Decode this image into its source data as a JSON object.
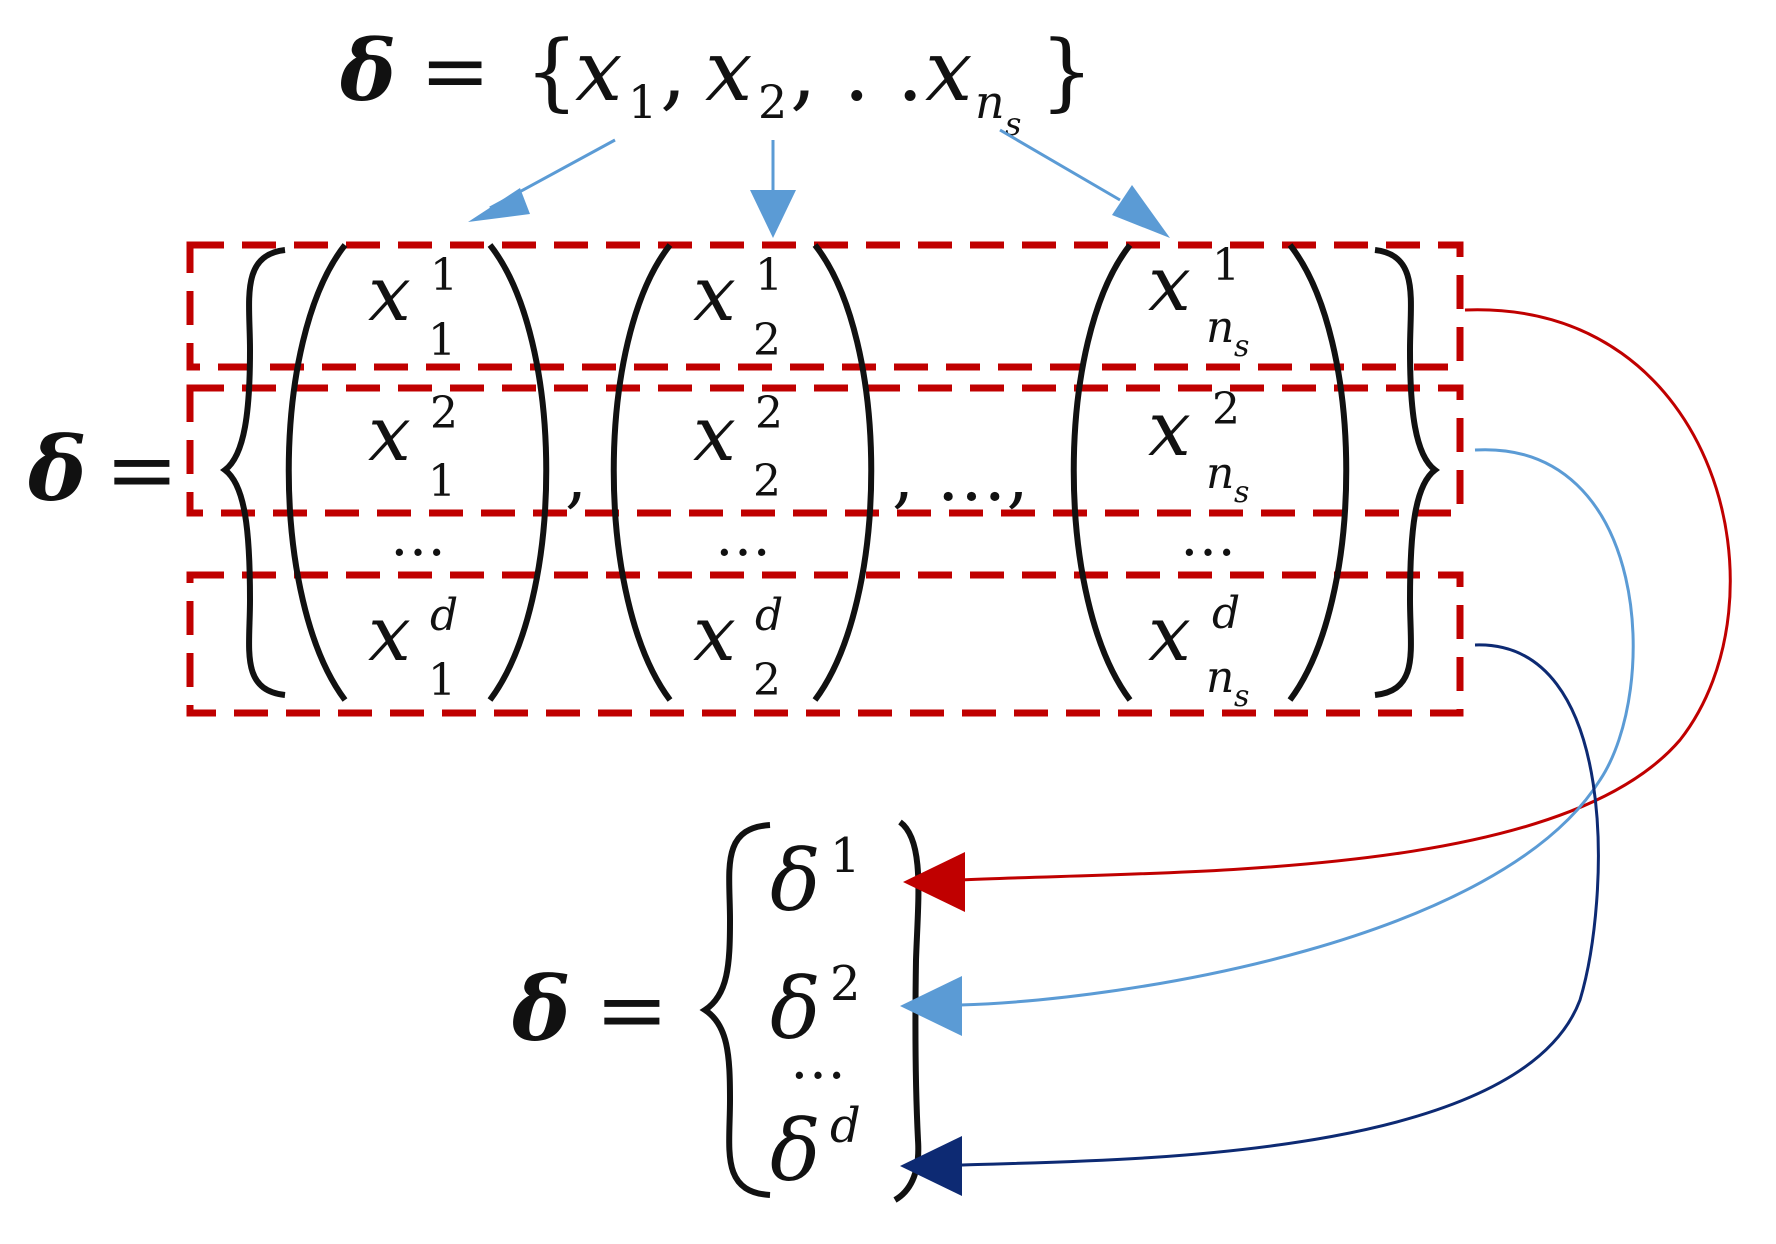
{
  "colors": {
    "ink": "#111111",
    "dash_red": "#c00000",
    "arrow_light_blue": "#5b9bd5",
    "arrow_red": "#c00000",
    "arrow_dark_blue": "#0d2a73"
  },
  "top_equation": {
    "lhs": "δ",
    "equals": "=",
    "open": "{",
    "x": "x",
    "sub1": "1",
    "comma1": ",",
    "sub2": "2",
    "dots": ", . .",
    "subn": "n",
    "subs": "s",
    "close": "}"
  },
  "matrix_equation": {
    "lhs": "δ",
    "equals": "=",
    "separator": ", …,",
    "columns": [
      {
        "sub": "1",
        "entries": [
          "1",
          "2",
          "d"
        ]
      },
      {
        "sub": "2",
        "entries": [
          "1",
          "2",
          "d"
        ]
      },
      {
        "sub": "n",
        "subsub": "s",
        "entries": [
          "1",
          "2",
          "d"
        ]
      }
    ],
    "vdots": "…",
    "comma": ","
  },
  "bottom_equation": {
    "lhs": "δ",
    "equals": "=",
    "symbol": "δ",
    "rows": [
      "1",
      "2",
      "d"
    ],
    "vdots": "…"
  },
  "icons": {
    "arrows": [
      "arrow-down-left-icon",
      "arrow-down-icon",
      "arrow-down-right-icon",
      "curved-arrow-red-icon",
      "curved-arrow-light-blue-icon",
      "curved-arrow-dark-blue-icon"
    ]
  }
}
